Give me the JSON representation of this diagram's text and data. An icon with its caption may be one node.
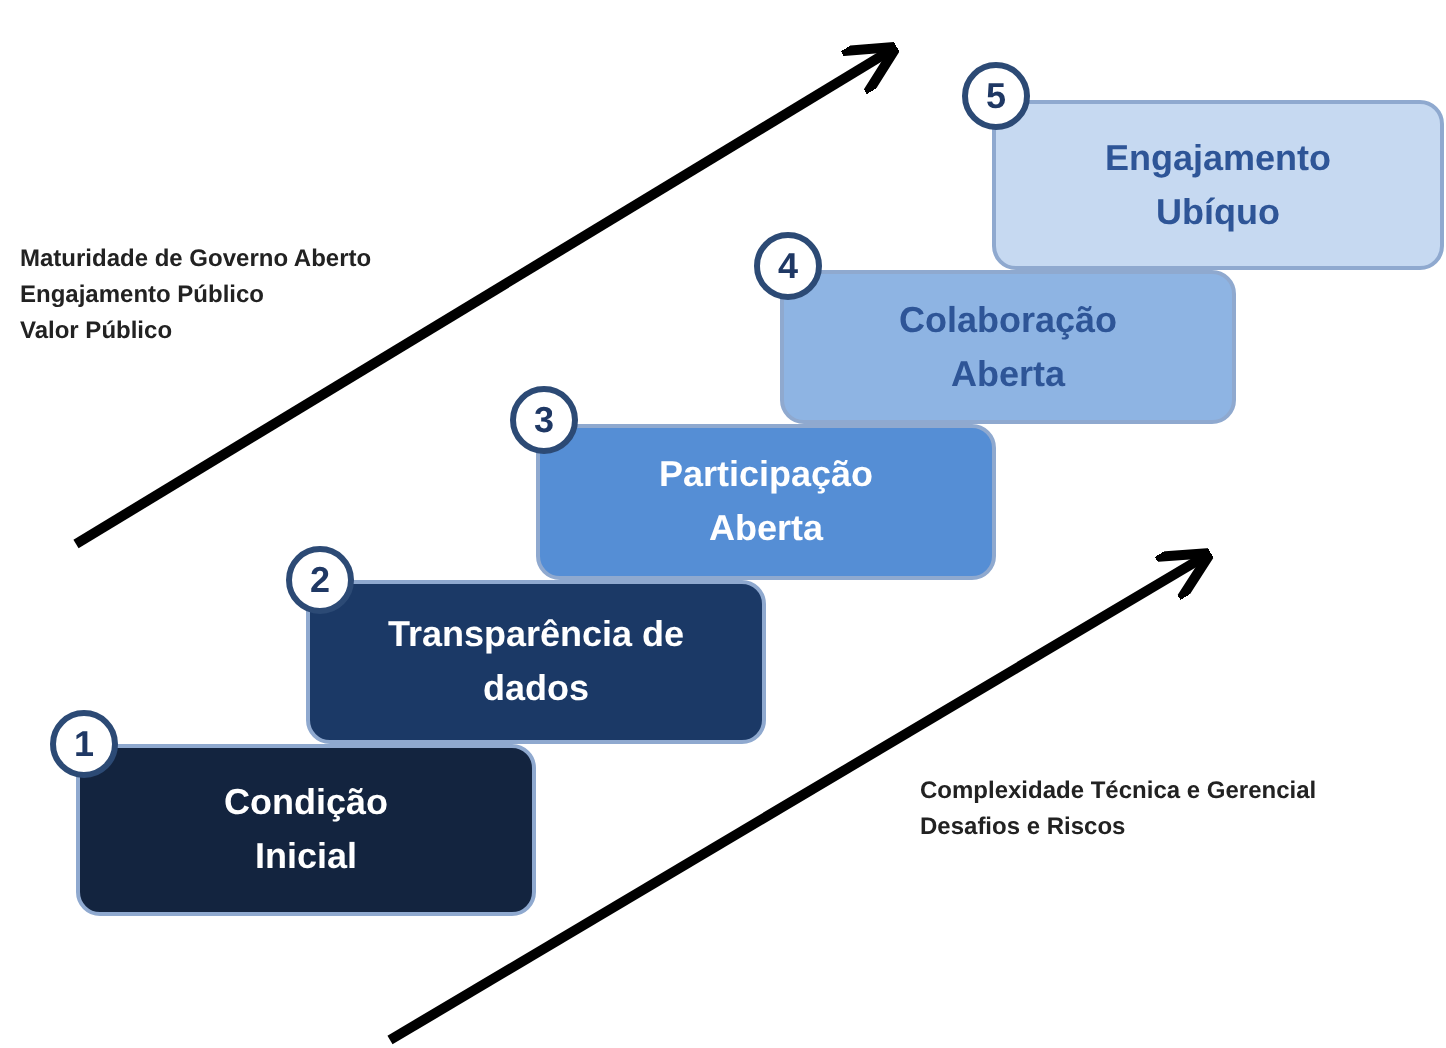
{
  "diagram": {
    "nodes": [
      {
        "text": [
          "Condição Inicial"
        ]
      },
      {
        "text": [
          "1"
        ]
      },
      {
        "text": [
          "Transparência de dados"
        ]
      },
      {
        "text": [
          "2"
        ]
      },
      {
        "text": [
          "Participação Aberta"
        ]
      },
      {
        "text": [
          "3"
        ]
      },
      {
        "text": [
          "Colaboração Aberta"
        ]
      },
      {
        "text": [
          "4"
        ]
      },
      {
        "text": [
          "Engajamento Ubíquo"
        ]
      },
      {
        "text": [
          "5"
        ]
      }
    ],
    "labels": [
      "Maturidade de Governo Aberto",
      "Engajamento Público",
      "Valor Público",
      "Complexidade Técnica e Gerencial",
      "Desafios e Riscos"
    ]
  }
}
